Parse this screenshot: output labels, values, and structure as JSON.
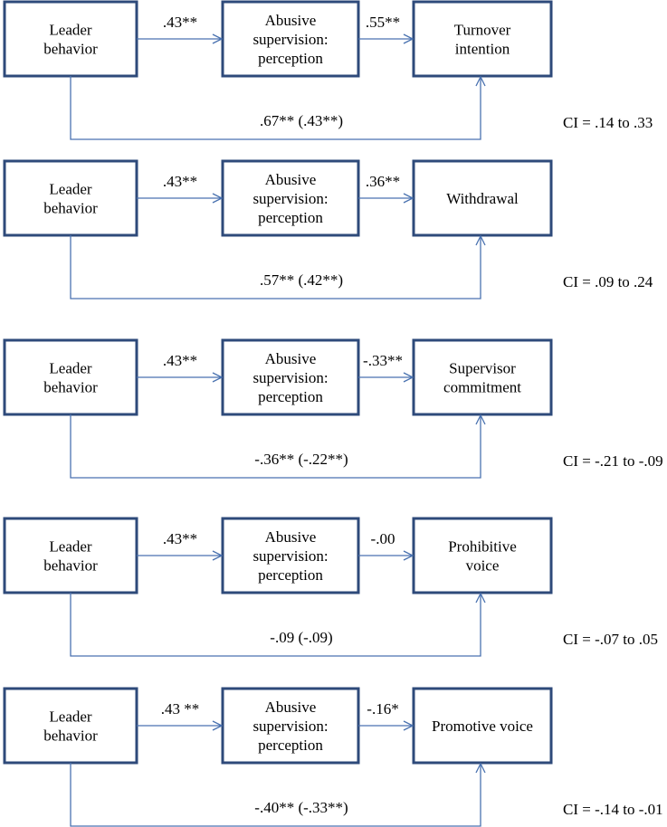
{
  "colors": {
    "box_border": "#2e4a7a",
    "arrow": "#4a72b0",
    "text": "#000000",
    "background": "#ffffff"
  },
  "panels": [
    {
      "predictor": [
        "Leader",
        "behavior"
      ],
      "mediator": [
        "Abusive",
        "supervision:",
        "perception"
      ],
      "outcome": [
        "Turnover",
        "intention"
      ],
      "path_a": ".43**",
      "path_b": ".55**",
      "total_effect": ".67** (.43**)",
      "ci": "CI = .14 to .33"
    },
    {
      "predictor": [
        "Leader",
        "behavior"
      ],
      "mediator": [
        "Abusive",
        "supervision:",
        "perception"
      ],
      "outcome": [
        "Withdrawal"
      ],
      "path_a": ".43**",
      "path_b": ".36**",
      "total_effect": ".57** (.42**)",
      "ci": "CI = .09 to .24"
    },
    {
      "predictor": [
        "Leader",
        "behavior"
      ],
      "mediator": [
        "Abusive",
        "supervision:",
        "perception"
      ],
      "outcome": [
        "Supervisor",
        "commitment"
      ],
      "path_a": ".43**",
      "path_b": "-.33**",
      "total_effect": "-.36** (-.22**)",
      "ci": "CI = -.21 to -.09"
    },
    {
      "predictor": [
        "Leader",
        "behavior"
      ],
      "mediator": [
        "Abusive",
        "supervision:",
        "perception"
      ],
      "outcome": [
        "Prohibitive",
        "voice"
      ],
      "path_a": ".43**",
      "path_b": "-.00",
      "total_effect": "-.09 (-.09)",
      "ci": "CI = -.07 to .05"
    },
    {
      "predictor": [
        "Leader",
        "behavior"
      ],
      "mediator": [
        "Abusive",
        "supervision:",
        "perception"
      ],
      "outcome": [
        "Promotive voice"
      ],
      "path_a": ".43 **",
      "path_b": "-.16*",
      "total_effect": "-.40** (-.33**)",
      "ci": "CI = -.14 to -.01"
    }
  ]
}
